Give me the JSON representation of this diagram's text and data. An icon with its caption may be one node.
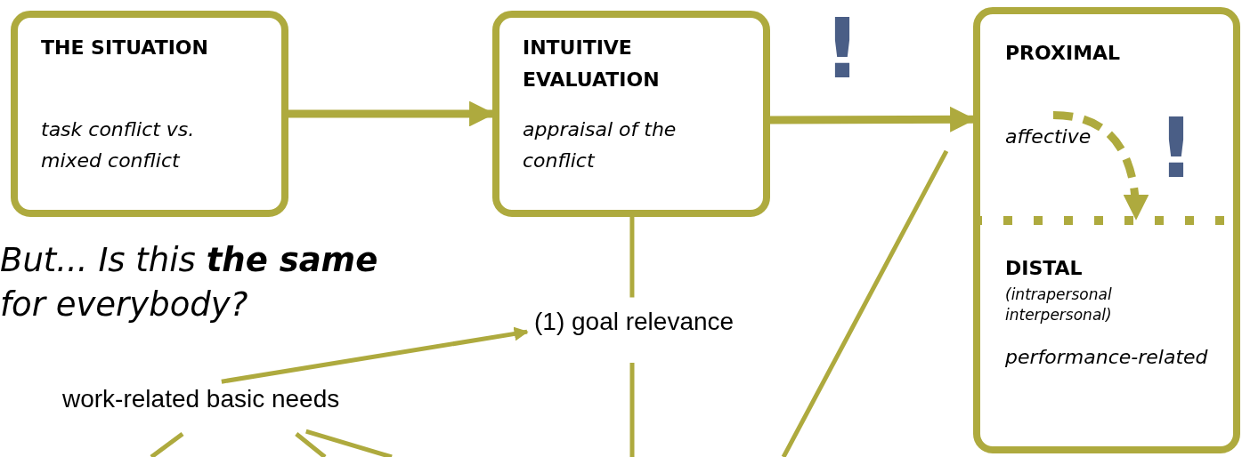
{
  "diagram": {
    "nodes": [
      {
        "text": [
          "THE SITUATION",
          "task conflict vs. mixed conflict"
        ]
      },
      {
        "text": [
          "INTUITIVE EVALUATION",
          "appraisal of the conflict"
        ]
      },
      {
        "text": [],
        "shape": "box"
      },
      {
        "text": [
          "PROXIMAL",
          "affective"
        ],
        "in": 2
      },
      {
        "text": [
          "DISTAL",
          "(intrapersonal interpersonal)",
          "performance-related"
        ],
        "in": 2
      },
      {
        "text": [
          "(1) goal relevance"
        ]
      },
      {
        "text": [
          "work-related basic needs"
        ]
      }
    ],
    "edges": [
      {
        "from": 0,
        "to": 1,
        "arrow": "to",
        "style": "thick"
      },
      {
        "from": 1,
        "to": 3,
        "arrow": "to",
        "style": "thick"
      },
      {
        "from": 3,
        "to": 4,
        "arrow": "to",
        "style": "dashed"
      },
      {
        "from": 6,
        "to": 5,
        "arrow": "to"
      },
      {
        "from": 1,
        "to": 5,
        "arrow": "none"
      },
      {
        "from": 5,
        "to": null,
        "arrow": "none"
      },
      {
        "from": null,
        "to": 3,
        "arrow": "none"
      },
      {
        "from": 6,
        "to": null,
        "arrow": "none"
      },
      {
        "from": 6,
        "to": null,
        "arrow": "none"
      },
      {
        "from": 6,
        "to": null,
        "arrow": "none"
      }
    ],
    "labels": [
      "But... Is this **the same** for everybody?",
      "!",
      "!"
    ]
  }
}
